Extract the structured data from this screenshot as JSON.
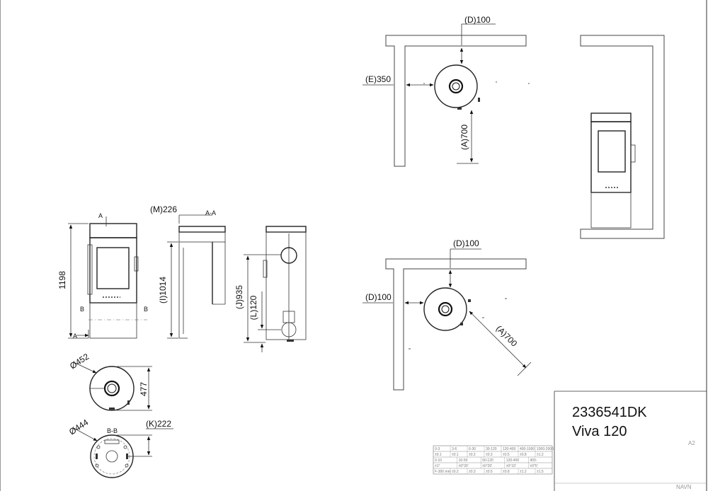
{
  "drawing": {
    "code": "2336541DK",
    "model": "Viva 120",
    "sheet_size": "A2",
    "navn_label": "NAVN"
  },
  "front_view": {
    "height": "1198",
    "section_a": "A",
    "section_b": "B"
  },
  "side_view": {
    "depth": "(M)226",
    "section_aa": "A-A",
    "height_i": "(I)1014"
  },
  "back_view": {
    "height_j": "(J)935",
    "height_l": "(L)120"
  },
  "top_view": {
    "diameter": "Ø452",
    "depth": "477"
  },
  "base_view": {
    "diameter": "Ø444",
    "section_bb": "B-B",
    "distance_k": "(K)222"
  },
  "corner_clearance": {
    "rear": "(D)100",
    "side": "(E)350",
    "front": "(A)700"
  },
  "diagonal_clearance": {
    "rear": "(D)100",
    "side": "(D)100",
    "front": "(A)700"
  },
  "title_block_table": {
    "rows": [
      [
        "0-3",
        "3-6",
        "6-30",
        "30-120",
        "120-400",
        "400-1000",
        "1000-2000"
      ],
      [
        "±0.1",
        "±0.1",
        "±0.2",
        "±0.3",
        "±0.5",
        "±0.8",
        "±1.2"
      ],
      [
        "0-10",
        "10-50",
        "50-120",
        "120-400",
        "400-"
      ],
      [
        "±1°",
        "±0°30'",
        "±0°20'",
        "±0°10'",
        "±0°5'"
      ],
      [
        "F-300 mm",
        "±0.2",
        "±0.3",
        "±0.5",
        "±0.8",
        "±1.2",
        "±1.5"
      ]
    ]
  }
}
